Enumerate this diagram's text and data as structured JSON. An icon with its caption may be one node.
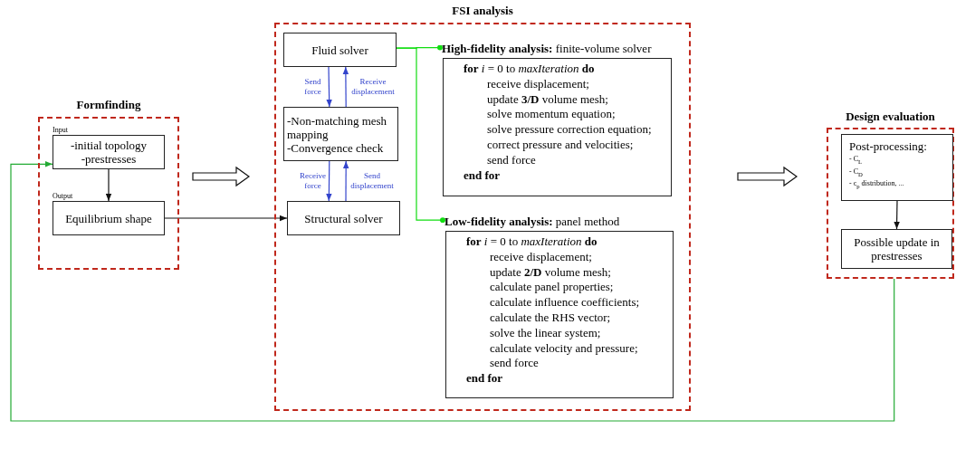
{
  "diagram": {
    "nodes": [
      {
        "text": [
          "Formfinding"
        ]
      },
      {
        "text": [
          "Input",
          "-initial topology",
          "-prestresses"
        ],
        "in": 0
      },
      {
        "text": [
          "Output",
          "Equilibrium shape"
        ],
        "in": 0
      },
      {
        "text": [
          "FSI analysis"
        ]
      },
      {
        "text": [
          "Fluid solver"
        ],
        "in": 3
      },
      {
        "text": [
          "-Non-matching mesh mapping",
          "-Convergence check"
        ],
        "in": 3
      },
      {
        "text": [
          "Structural solver"
        ],
        "in": 3
      },
      {
        "text": [
          "**High-fidelity analysis:** finite-volume solver",
          "**for** *i* = 0 to *maxIteration* **do**",
          "receive displacement;",
          "update **3/D** volume mesh;",
          "solve momentum equation;",
          "solve pressure correction equation;",
          "correct pressure and velocities;",
          "send force",
          "end for"
        ],
        "in": 3
      },
      {
        "text": [
          "**Low-fidelity analysis:** panel method",
          "**for** *i* = 0 to *maxIteration* **do**",
          "receive displacement;",
          "update **2/D** volume mesh;",
          "calculate panel properties;",
          "calculate influence coefficients;",
          "calculate the RHS vector;",
          "solve the linear system;",
          "calculate velocity and pressure;",
          "send force",
          "end for"
        ],
        "in": 3
      },
      {
        "text": [
          "Design evaluation"
        ]
      },
      {
        "text": [
          "Post-processing:",
          "- C$_{L}$",
          "- C$_{D}$",
          "- c$_{p}$ distribution, ..."
        ],
        "in": 9
      },
      {
        "text": [
          "Possible update in prestresses"
        ],
        "in": 9
      }
    ],
    "edges": [
      {
        "from": 1,
        "to": 2,
        "arrow": "to",
        "color": "#111111"
      },
      {
        "from": 2,
        "to": 6,
        "arrow": "to",
        "color": "#111111"
      },
      {
        "from": 0,
        "to": 3,
        "arrow": "to",
        "color": "#111111"
      },
      {
        "from": 4,
        "to": 5,
        "arrow": "to",
        "label": "Send force",
        "color": "#3344cc"
      },
      {
        "from": 5,
        "to": 4,
        "arrow": "to",
        "label": "Receive displacement",
        "color": "#3344cc"
      },
      {
        "from": 5,
        "to": 6,
        "arrow": "to",
        "label": "Receive force",
        "color": "#3344cc"
      },
      {
        "from": 6,
        "to": 5,
        "arrow": "to",
        "label": "Send displacement",
        "color": "#3344cc"
      },
      {
        "from": 4,
        "to": 7,
        "arrow": "other",
        "color": "#11dd11"
      },
      {
        "from": 4,
        "to": 8,
        "arrow": "other",
        "color": "#11dd11"
      },
      {
        "from": 3,
        "to": 9,
        "arrow": "to",
        "color": "#111111"
      },
      {
        "from": 10,
        "to": 11,
        "arrow": "to",
        "color": "#111111"
      },
      {
        "from": 9,
        "to": 1,
        "arrow": "to",
        "color": "#22aa33"
      }
    ]
  }
}
